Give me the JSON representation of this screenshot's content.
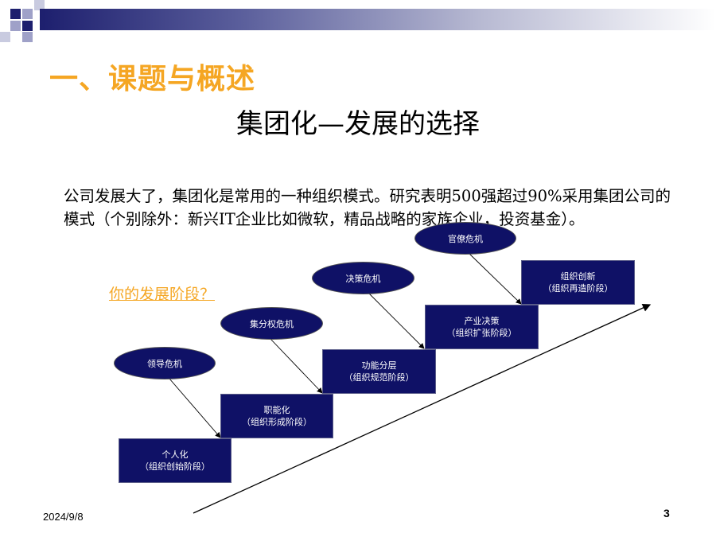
{
  "slide": {
    "section_title": "一、课题与概述",
    "heading": "集团化—发展的选择",
    "body_text": "公司发展大了，集团化是常用的一种组织模式。研究表明500强超过90%采用集团公司的模式（个别除外：新兴IT企业比如微软，精品战略的家族企业，投资基金）。",
    "question": "你的发展阶段？"
  },
  "stages": [
    {
      "name": "个人化",
      "sub": "（组织创始阶段）"
    },
    {
      "name": "职能化",
      "sub": "（组织形成阶段）"
    },
    {
      "name": "功能分层",
      "sub": "（组织规范阶段）"
    },
    {
      "name": "产业决策",
      "sub": "（组织扩张阶段）"
    },
    {
      "name": "组织创新",
      "sub": "（组织再造阶段）"
    }
  ],
  "crises": [
    {
      "label": "领导危机"
    },
    {
      "label": "集分权危机"
    },
    {
      "label": "决策危机"
    },
    {
      "label": "官僚危机"
    }
  ],
  "footer": {
    "date": "2024/9/8",
    "page": "3"
  },
  "colors": {
    "accent": "#f5a623",
    "navy": "#0f1166"
  }
}
